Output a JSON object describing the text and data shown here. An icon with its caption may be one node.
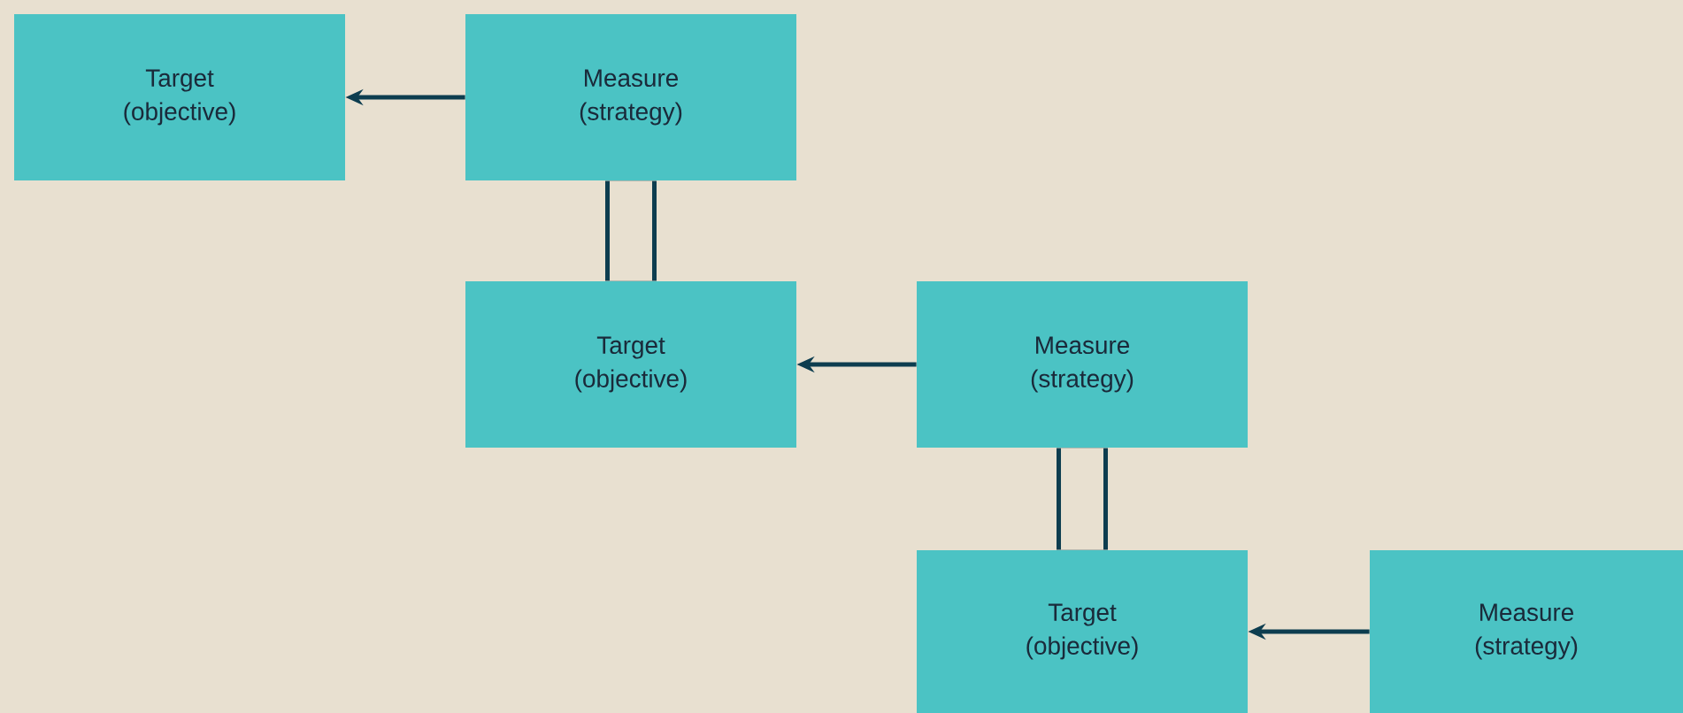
{
  "diagram": {
    "nodes": [
      {
        "text": [
          "Target (objective)"
        ]
      },
      {
        "text": [
          "Measure (strategy)"
        ]
      },
      {
        "text": [
          "Target (objective)"
        ]
      },
      {
        "text": [
          "Measure (strategy)"
        ]
      },
      {
        "text": [
          "Target (objective)"
        ]
      },
      {
        "text": [
          "Measure (strategy)"
        ]
      }
    ],
    "edges": [
      {
        "from": 1,
        "to": 0,
        "arrow": "to"
      },
      {
        "from": 1,
        "to": 2,
        "arrow": "none",
        "style": "thick"
      },
      {
        "from": 3,
        "to": 2,
        "arrow": "to"
      },
      {
        "from": 3,
        "to": 4,
        "arrow": "none",
        "style": "thick"
      },
      {
        "from": 5,
        "to": 4,
        "arrow": "to"
      }
    ]
  }
}
